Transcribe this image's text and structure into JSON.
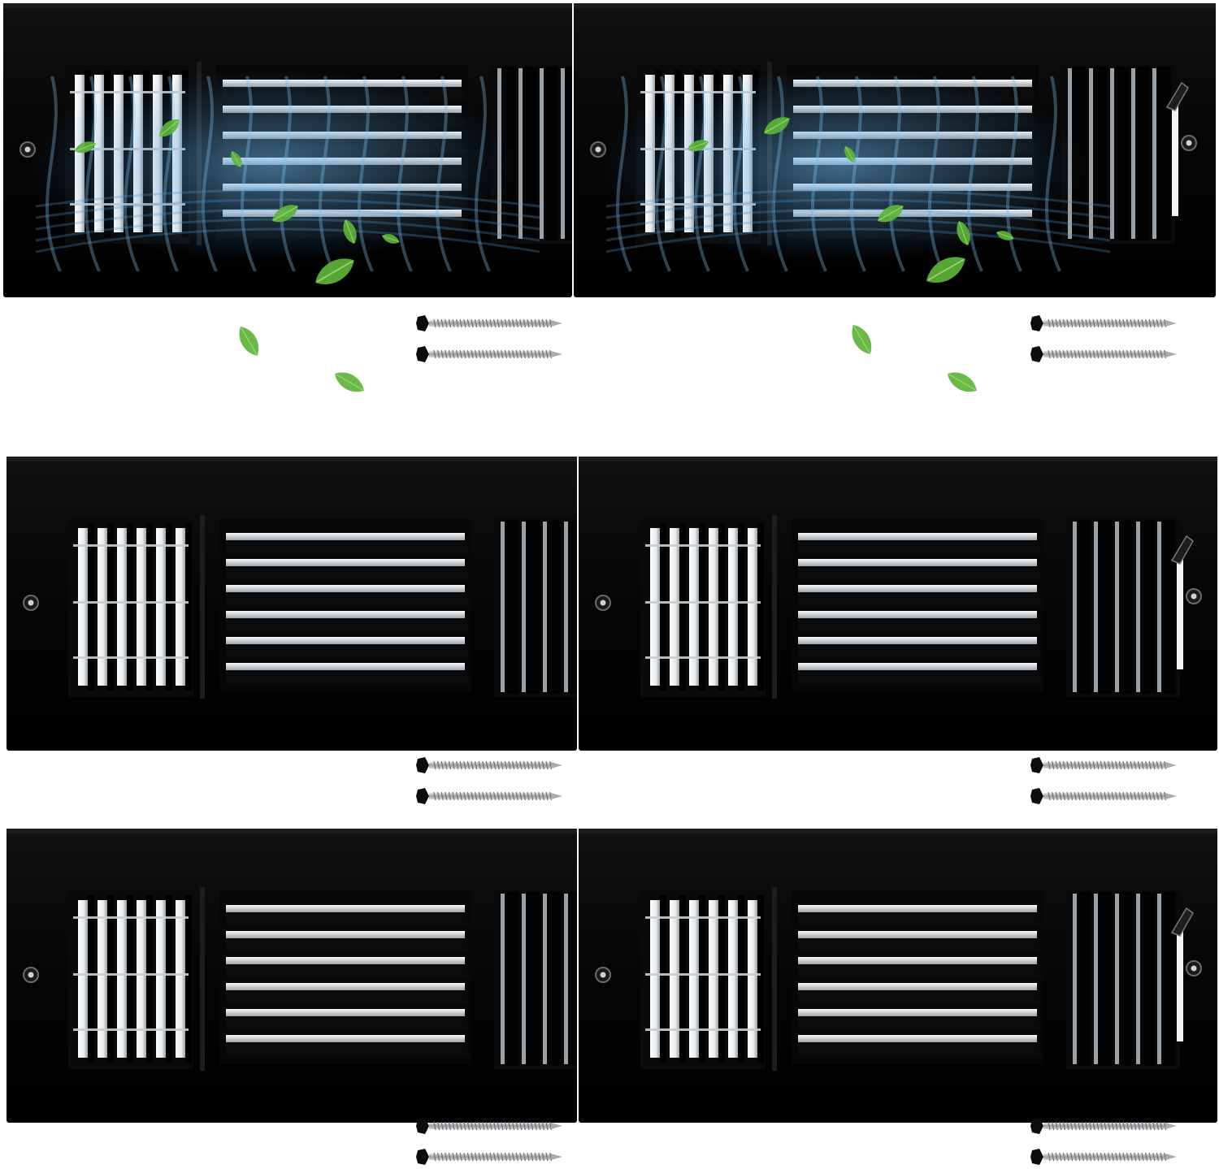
{
  "product": {
    "description_visible_text": "",
    "panel_color": "#050505",
    "louver_highlight_color": "#f4f6f8",
    "airflow_color": "#5aa9e6",
    "leaf_color": "#5db33a",
    "screw_head_color": "#0c0c0c",
    "screw_shaft_color": "#b9bcc0"
  },
  "items": [
    {
      "id": "vent-1",
      "has_damper_lever": false,
      "shows_airflow": true,
      "screws": 2
    },
    {
      "id": "vent-2",
      "has_damper_lever": true,
      "shows_airflow": true,
      "screws": 2
    },
    {
      "id": "vent-3",
      "has_damper_lever": false,
      "shows_airflow": false,
      "screws": 2
    },
    {
      "id": "vent-4",
      "has_damper_lever": true,
      "shows_airflow": false,
      "screws": 2
    },
    {
      "id": "vent-5",
      "has_damper_lever": false,
      "shows_airflow": false,
      "screws": 2
    },
    {
      "id": "vent-6",
      "has_damper_lever": true,
      "shows_airflow": false,
      "screws": 2
    }
  ],
  "icons": {
    "mounting_hole": "mounting-hole-icon",
    "screw": "screw-icon",
    "leaf": "leaf-icon",
    "damper_lever": "damper-lever-icon"
  }
}
